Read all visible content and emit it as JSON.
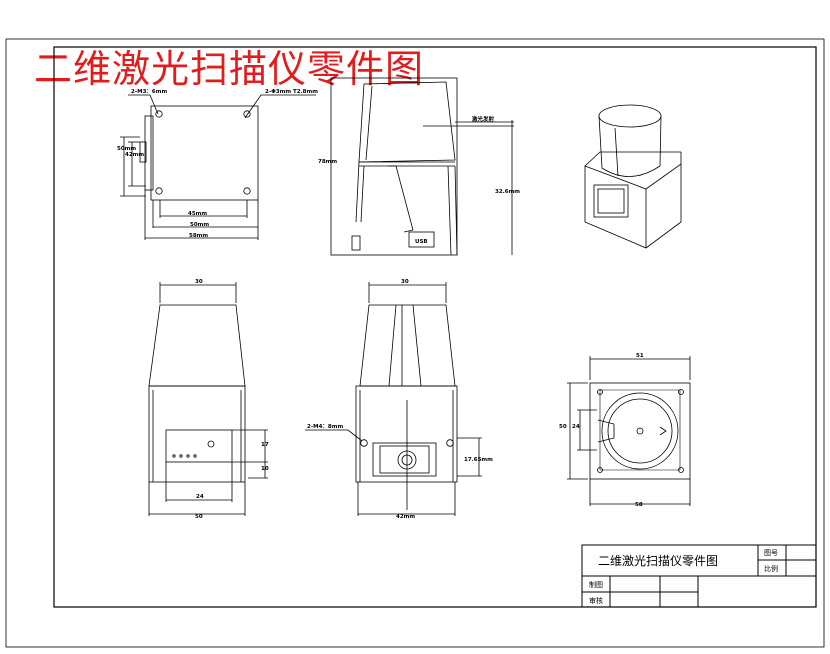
{
  "title": "二维激光扫描仪零件图",
  "title_block": {
    "name": "二维激光扫描仪零件图",
    "label_tuhao": "图号",
    "label_bili": "比例",
    "label_zhitu": "制图",
    "label_shenhe": "审核"
  },
  "top_left_view": {
    "note_holes_left": "2-M3：6mm",
    "note_holes_right": "2-Φ3mm T2.8mm",
    "dim_h_outer": "50mm",
    "dim_h_inner": "42mm",
    "dim_w_inner": "45mm",
    "dim_w_mid": "50mm",
    "dim_w_outer": "58mm"
  },
  "top_mid_view": {
    "dim_height": "78mm",
    "note_laser": "激光发射",
    "dim_laser_height": "32.6mm",
    "usb_label": "USB"
  },
  "bottom_left_view": {
    "dim_top": "30",
    "dim_right_upper": "17",
    "dim_right_lower": "10",
    "dim_inner_width": "24",
    "dim_outer_width": "50"
  },
  "bottom_mid_view": {
    "dim_top": "30",
    "note_holes": "2-M4：8mm",
    "dim_right": "17.65mm",
    "dim_bottom": "42mm"
  },
  "bottom_right_view": {
    "dim_top": "51",
    "dim_left_outer": "50",
    "dim_left_inner": "24",
    "dim_bottom": "58"
  }
}
